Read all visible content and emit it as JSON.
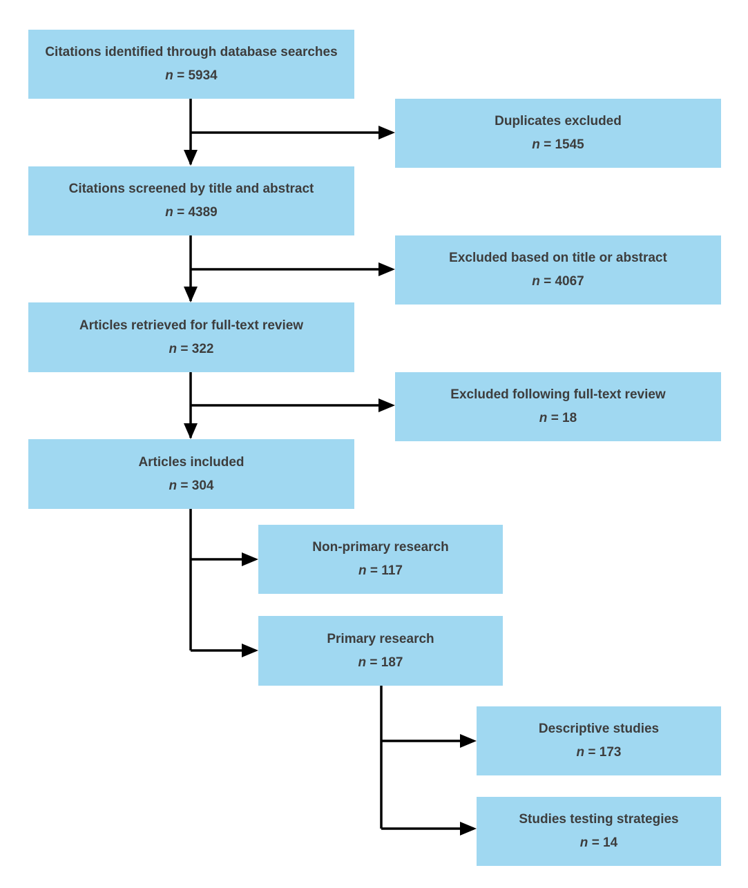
{
  "boxes": {
    "identified": {
      "title": "Citations identified through database searches",
      "n_label": "n",
      "n_value": "= 5934"
    },
    "duplicates": {
      "title": "Duplicates excluded",
      "n_label": "n",
      "n_value": "= 1545"
    },
    "screened": {
      "title": "Citations screened by title and abstract",
      "n_label": "n",
      "n_value": "= 4389"
    },
    "excluded_ta": {
      "title": "Excluded based on title or abstract",
      "n_label": "n",
      "n_value": "= 4067"
    },
    "retrieved": {
      "title": "Articles retrieved for full-text review",
      "n_label": "n",
      "n_value": "= 322"
    },
    "excluded_ft": {
      "title": "Excluded following full-text review",
      "n_label": "n",
      "n_value": "= 18"
    },
    "included": {
      "title": "Articles included",
      "n_label": "n",
      "n_value": "= 304"
    },
    "non_primary": {
      "title": "Non-primary research",
      "n_label": "n",
      "n_value": "= 117"
    },
    "primary": {
      "title": "Primary research",
      "n_label": "n",
      "n_value": "= 187"
    },
    "descriptive": {
      "title": "Descriptive studies",
      "n_label": "n",
      "n_value": "= 173"
    },
    "testing": {
      "title": "Studies testing strategies",
      "n_label": "n",
      "n_value": "= 14"
    }
  },
  "colors": {
    "box_fill": "#a0d8f1",
    "text": "#3d3d3d",
    "arrow": "#000000"
  }
}
